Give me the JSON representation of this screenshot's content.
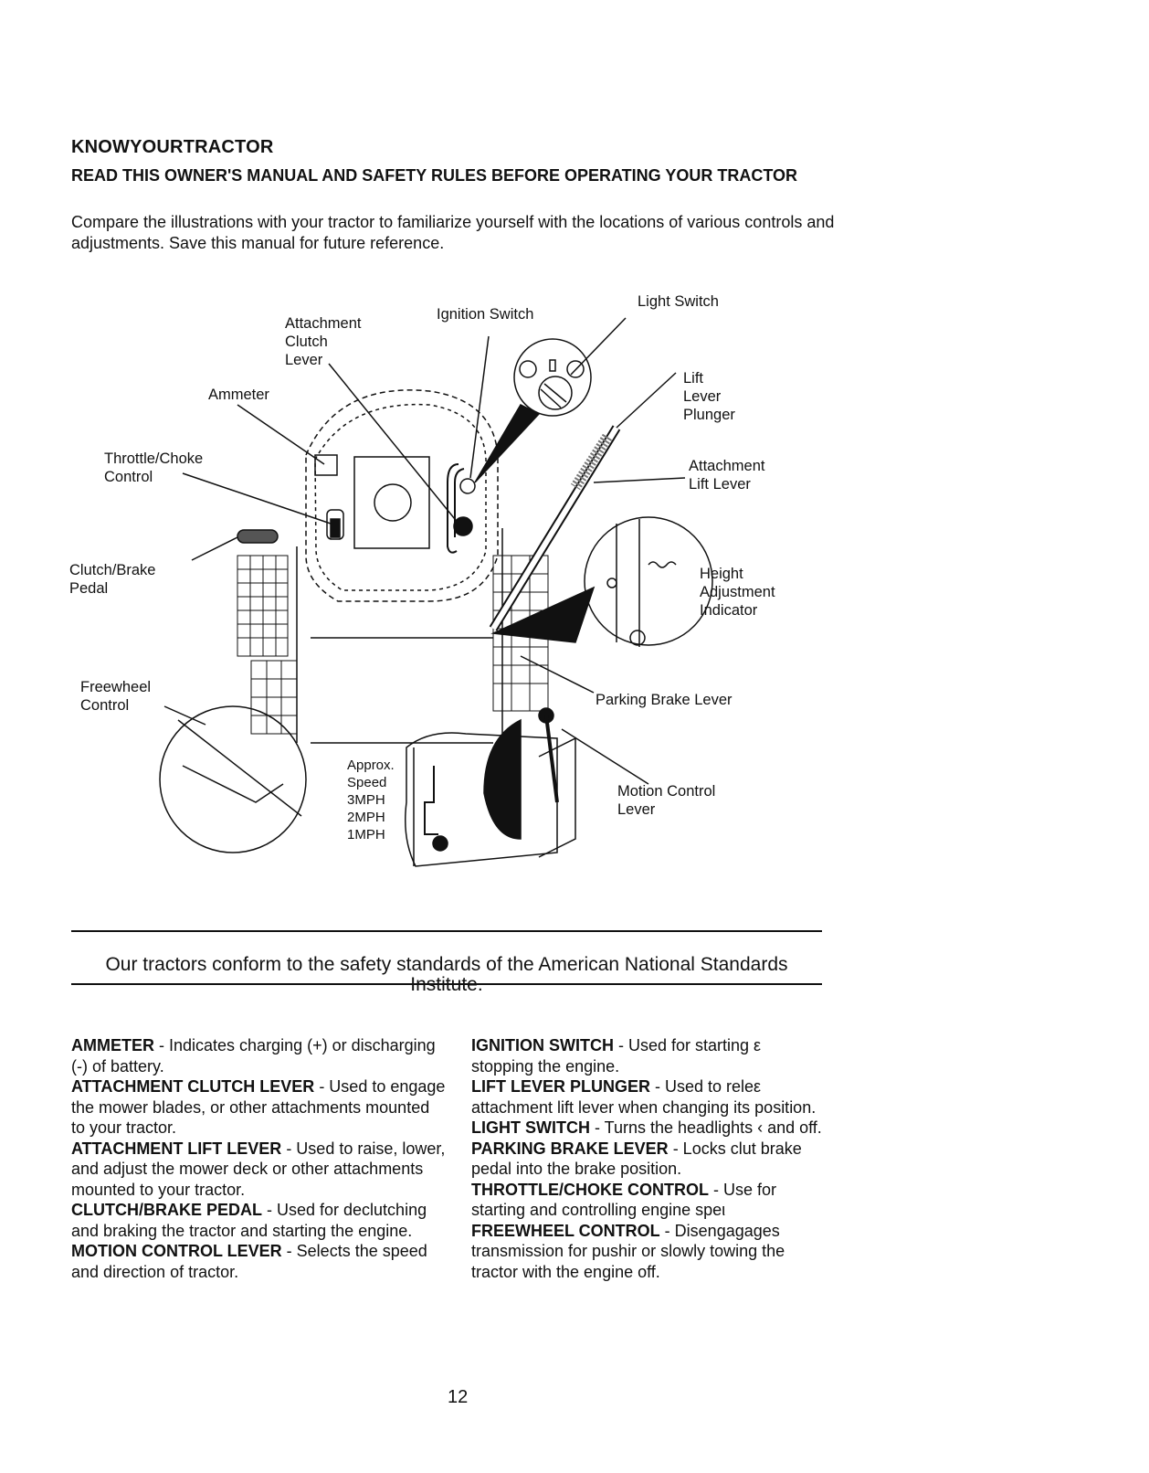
{
  "header": {
    "title": "KNOWYOURTRACTOR",
    "subtitle": "READ THIS OWNER'S MANUAL AND SAFETY RULES BEFORE OPERATING YOUR TRACTOR",
    "intro": "Compare the illustrations with your tractor to familiarize yourself with the locations of various controls and adjustments. Save this manual for future reference."
  },
  "diagram": {
    "labels": {
      "attachment_clutch_lever": "Attachment\nClutch\nLever",
      "ignition_switch": "Ignition Switch",
      "light_switch": "Light Switch",
      "ammeter": "Ammeter",
      "lift_lever_plunger": "Lift\nLever\nPlunger",
      "throttle_choke_control": "Throttle/Choke\nControl",
      "attachment_lift_lever": "Attachment\nLift Lever",
      "clutch_brake_pedal": "Clutch/Brake\nPedal",
      "height_adjustment_indicator": "Height\nAdjustment\nIndicator",
      "freewheel_control": "Freewheel\nControl",
      "parking_brake_lever": "Parking Brake Lever",
      "approx_speed": "Approx.\nSpeed\n3MPH\n2MPH\n1MPH",
      "motion_control_lever": "Motion Control\nLever"
    }
  },
  "conformance": "Our tractors conform to the safety standards of the American National Standards Institute.",
  "definitions_left": [
    {
      "term": "AMMETER",
      "text": " - Indicates charging (+) or discharging (-) of battery."
    },
    {
      "term": "ATTACHMENT CLUTCH LEVER",
      "text": " - Used to engage the mower blades, or other attachments mounted to your tractor."
    },
    {
      "term": "ATTACHMENT LIFT LEVER",
      "text": " - Used to raise, lower, and adjust the mower deck or other attachments mounted to your tractor."
    },
    {
      "term": "CLUTCH/BRAKE PEDAL",
      "text": " - Used for declutching and braking the tractor and starting the engine."
    },
    {
      "term": "MOTION CONTROL LEVER",
      "text": " - Selects the speed and direction of tractor."
    }
  ],
  "definitions_right": [
    {
      "term": "IGNITION SWITCH",
      "text": " - Used for starting ε stopping the engine."
    },
    {
      "term": "LIFT LEVER PLUNGER",
      "text": " - Used to releε attachment lift lever when changing its position."
    },
    {
      "term": "LIGHT SWITCH",
      "text": " - Turns the headlights ‹ and off."
    },
    {
      "term": "PARKING BRAKE LEVER",
      "text": " - Locks clut brake pedal into the brake position."
    },
    {
      "term": "THROTTLE/CHOKE CONTROL",
      "text": " - Use for starting and controlling engine speι"
    },
    {
      "term": "FREEWHEEL CONTROL",
      "text": " - Disengagages transmission for pushir or slowly towing the tractor with the engine off."
    }
  ],
  "page_number": "12"
}
